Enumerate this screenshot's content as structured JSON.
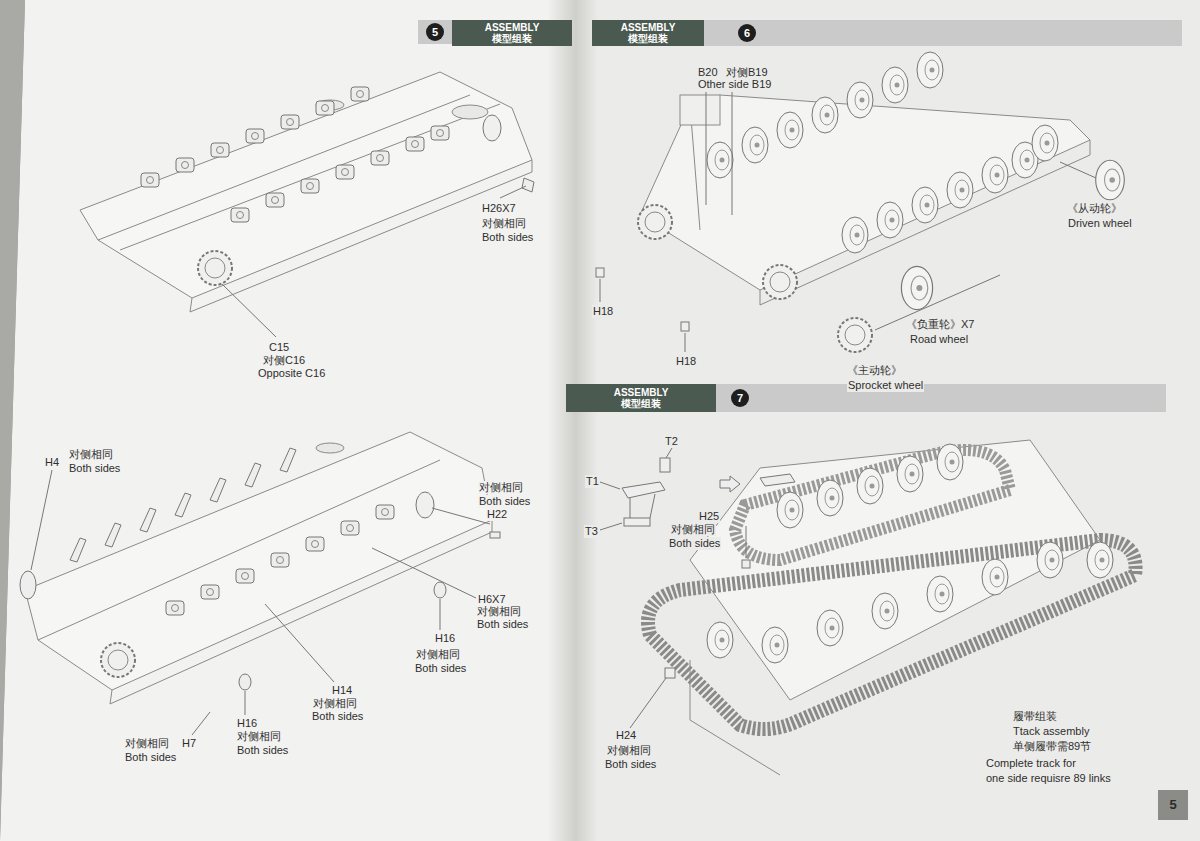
{
  "diagram": {
    "nodes": [
      {
        "text": [
          "ASSEMBLY",
          "模型组装"
        ]
      },
      {
        "text": [
          "5"
        ]
      },
      {
        "text": [
          "ASSEMBLY",
          "模型组装"
        ]
      },
      {
        "text": [
          "6"
        ]
      },
      {
        "text": [
          "ASSEMBLY",
          "模型组装"
        ]
      },
      {
        "text": [
          "7"
        ]
      },
      {
        "text": [
          "5"
        ]
      }
    ],
    "labels": [
      "H26X7",
      "对侧相同",
      "Both sides",
      "C15",
      "对侧C16",
      "Opposite C16",
      "H4",
      "对侧相同",
      "Both sides",
      "对侧相同",
      "Both sides",
      "H22",
      "H6X7",
      "对侧相同",
      "Both sides",
      "H16",
      "对侧相同",
      "Both sides",
      "H14",
      "对侧相同",
      "Both sides",
      "H16",
      "对侧相同",
      "Both sides",
      "对侧相同",
      "H7",
      "Both sides",
      "B20",
      "对侧B19",
      "Other side B19",
      "H18",
      "H18",
      "《从动轮》",
      "Driven wheel",
      "《负重轮》X7",
      "Road wheel",
      "《主动轮》",
      "Sprocket wheel",
      "T2",
      "T1",
      "T3",
      "H25",
      "对侧相同",
      "Both sides",
      "H24",
      "对侧相同",
      "Both sides",
      "履带组装",
      "Ttack assembly",
      "单侧履带需89节",
      "Complete track for",
      "one side requisre 89 links"
    ]
  }
}
